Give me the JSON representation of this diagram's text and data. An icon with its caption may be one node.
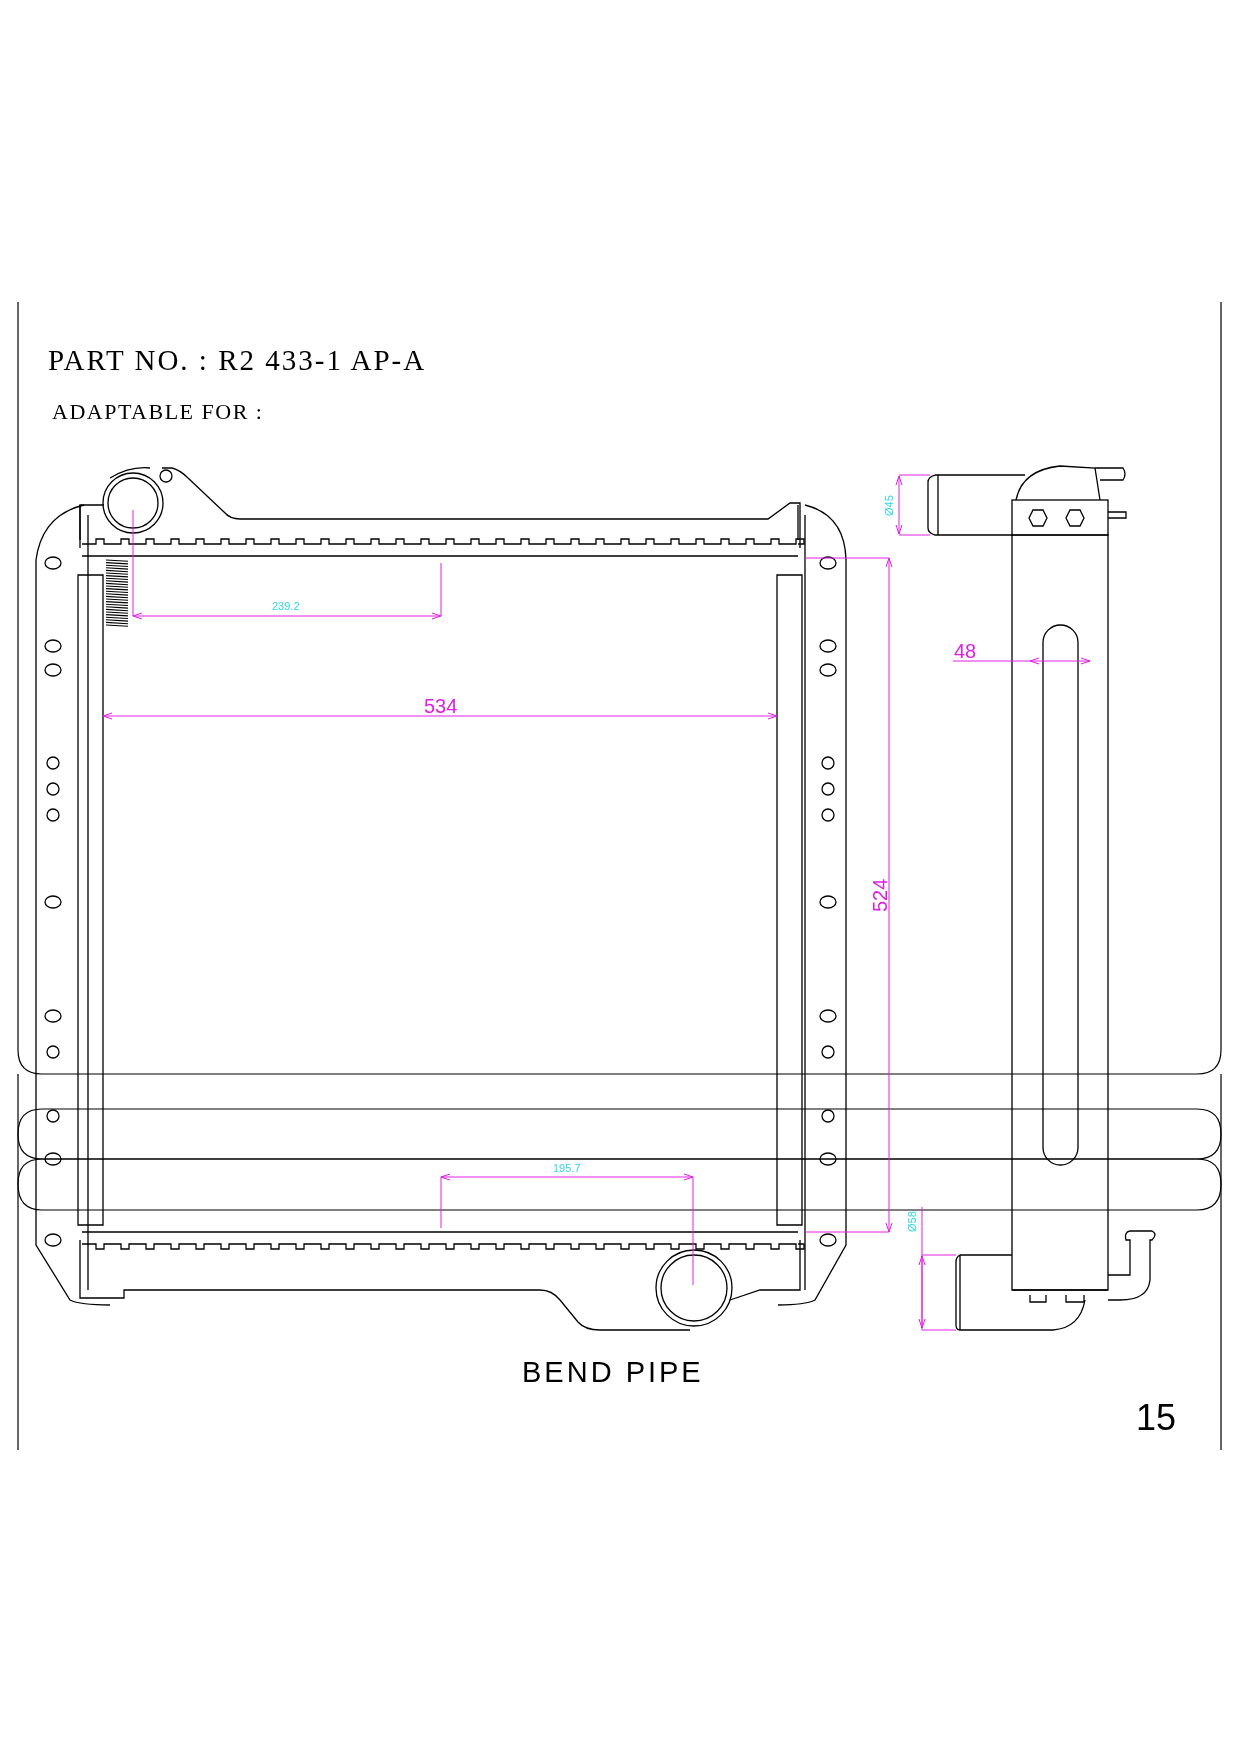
{
  "diagram": {
    "title": "PART NO. : R2 433-1 AP-A",
    "labels": [
      "ADAPTABLE FOR :",
      "239.2",
      "534",
      "524",
      "Ø45",
      "48",
      "195.7",
      "Ø58",
      "BEND PIPE",
      "15"
    ]
  }
}
